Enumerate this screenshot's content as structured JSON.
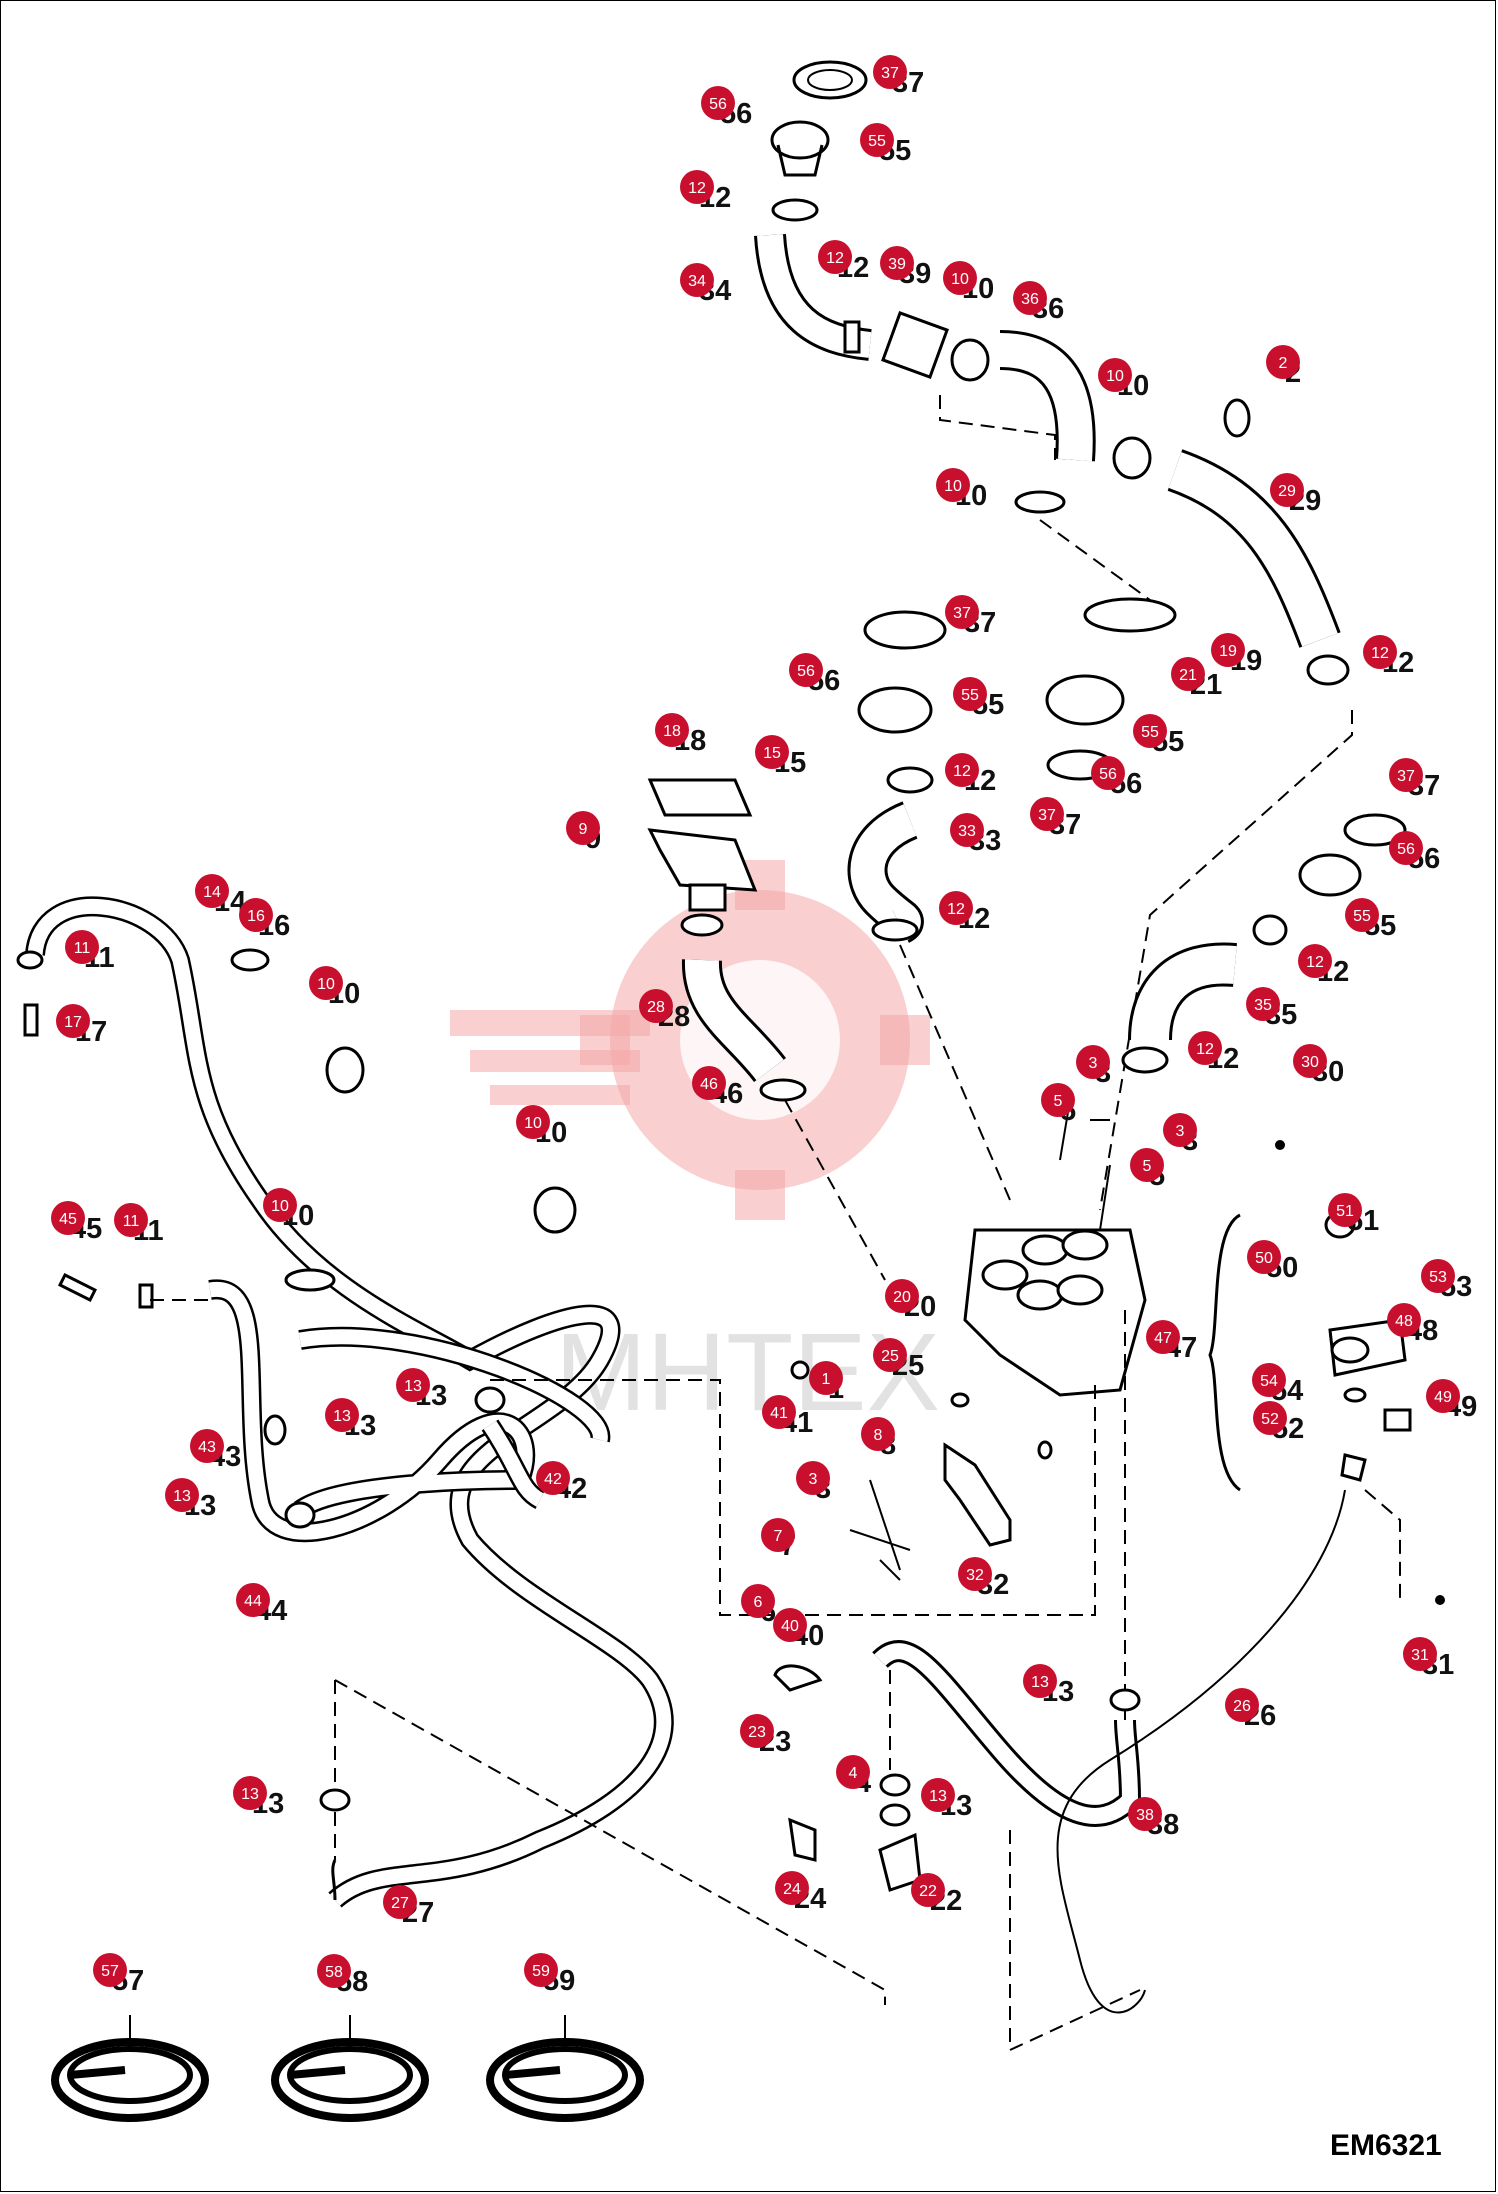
{
  "drawing_code": "EM6321",
  "watermark_text": "MHTEX",
  "accent_color": "#c8102e",
  "callouts": [
    {
      "n": "37",
      "key": "37-top"
    },
    {
      "n": "56",
      "key": "56-top"
    },
    {
      "n": "55",
      "key": "55-top"
    },
    {
      "n": "12",
      "key": "12-a"
    },
    {
      "n": "34",
      "key": "34"
    },
    {
      "n": "12",
      "key": "12-b"
    },
    {
      "n": "39",
      "key": "39"
    },
    {
      "n": "10",
      "key": "10-a"
    },
    {
      "n": "36",
      "key": "36"
    },
    {
      "n": "10",
      "key": "10-b"
    },
    {
      "n": "2",
      "key": "2"
    },
    {
      "n": "10",
      "key": "10-c"
    },
    {
      "n": "29",
      "key": "29"
    },
    {
      "n": "37",
      "key": "37-mid"
    },
    {
      "n": "56",
      "key": "56-mid"
    },
    {
      "n": "55",
      "key": "55-mid"
    },
    {
      "n": "19",
      "key": "19"
    },
    {
      "n": "21",
      "key": "21"
    },
    {
      "n": "12",
      "key": "12-c"
    },
    {
      "n": "18",
      "key": "18"
    },
    {
      "n": "15",
      "key": "15"
    },
    {
      "n": "55",
      "key": "55-r"
    },
    {
      "n": "56",
      "key": "56-r"
    },
    {
      "n": "37",
      "key": "37-r"
    },
    {
      "n": "12",
      "key": "12-d"
    },
    {
      "n": "9",
      "key": "9"
    },
    {
      "n": "33",
      "key": "33"
    },
    {
      "n": "37",
      "key": "37-rr"
    },
    {
      "n": "56",
      "key": "56-rr"
    },
    {
      "n": "14",
      "key": "14"
    },
    {
      "n": "16",
      "key": "16"
    },
    {
      "n": "10",
      "key": "10-d"
    },
    {
      "n": "12",
      "key": "12-e"
    },
    {
      "n": "55",
      "key": "55-rr"
    },
    {
      "n": "11",
      "key": "11-a"
    },
    {
      "n": "12",
      "key": "12-f"
    },
    {
      "n": "17",
      "key": "17"
    },
    {
      "n": "28",
      "key": "28"
    },
    {
      "n": "35",
      "key": "35"
    },
    {
      "n": "12",
      "key": "12-g"
    },
    {
      "n": "46",
      "key": "46"
    },
    {
      "n": "3",
      "key": "3-a"
    },
    {
      "n": "30",
      "key": "30"
    },
    {
      "n": "5",
      "key": "5-a"
    },
    {
      "n": "10",
      "key": "10-e"
    },
    {
      "n": "3",
      "key": "3-b"
    },
    {
      "n": "5",
      "key": "5-b"
    },
    {
      "n": "51",
      "key": "51"
    },
    {
      "n": "45",
      "key": "45"
    },
    {
      "n": "11",
      "key": "11-b"
    },
    {
      "n": "10",
      "key": "10-f"
    },
    {
      "n": "50",
      "key": "50"
    },
    {
      "n": "53",
      "key": "53"
    },
    {
      "n": "20",
      "key": "20"
    },
    {
      "n": "48",
      "key": "48"
    },
    {
      "n": "47",
      "key": "47"
    },
    {
      "n": "25",
      "key": "25"
    },
    {
      "n": "13",
      "key": "13-a"
    },
    {
      "n": "1",
      "key": "1"
    },
    {
      "n": "54",
      "key": "54"
    },
    {
      "n": "41",
      "key": "41"
    },
    {
      "n": "49",
      "key": "49"
    },
    {
      "n": "13",
      "key": "13-b"
    },
    {
      "n": "52",
      "key": "52"
    },
    {
      "n": "8",
      "key": "8"
    },
    {
      "n": "43",
      "key": "43"
    },
    {
      "n": "3",
      "key": "3-c"
    },
    {
      "n": "42",
      "key": "42"
    },
    {
      "n": "13",
      "key": "13-c"
    },
    {
      "n": "7",
      "key": "7"
    },
    {
      "n": "32",
      "key": "32"
    },
    {
      "n": "44",
      "key": "44"
    },
    {
      "n": "6",
      "key": "6"
    },
    {
      "n": "40",
      "key": "40"
    },
    {
      "n": "31",
      "key": "31"
    },
    {
      "n": "13",
      "key": "13-d"
    },
    {
      "n": "26",
      "key": "26"
    },
    {
      "n": "23",
      "key": "23"
    },
    {
      "n": "4",
      "key": "4"
    },
    {
      "n": "13",
      "key": "13-e"
    },
    {
      "n": "13",
      "key": "13-f"
    },
    {
      "n": "38",
      "key": "38"
    },
    {
      "n": "24",
      "key": "24"
    },
    {
      "n": "22",
      "key": "22"
    },
    {
      "n": "27",
      "key": "27"
    },
    {
      "n": "57",
      "key": "57"
    },
    {
      "n": "58",
      "key": "58"
    },
    {
      "n": "59",
      "key": "59"
    }
  ]
}
